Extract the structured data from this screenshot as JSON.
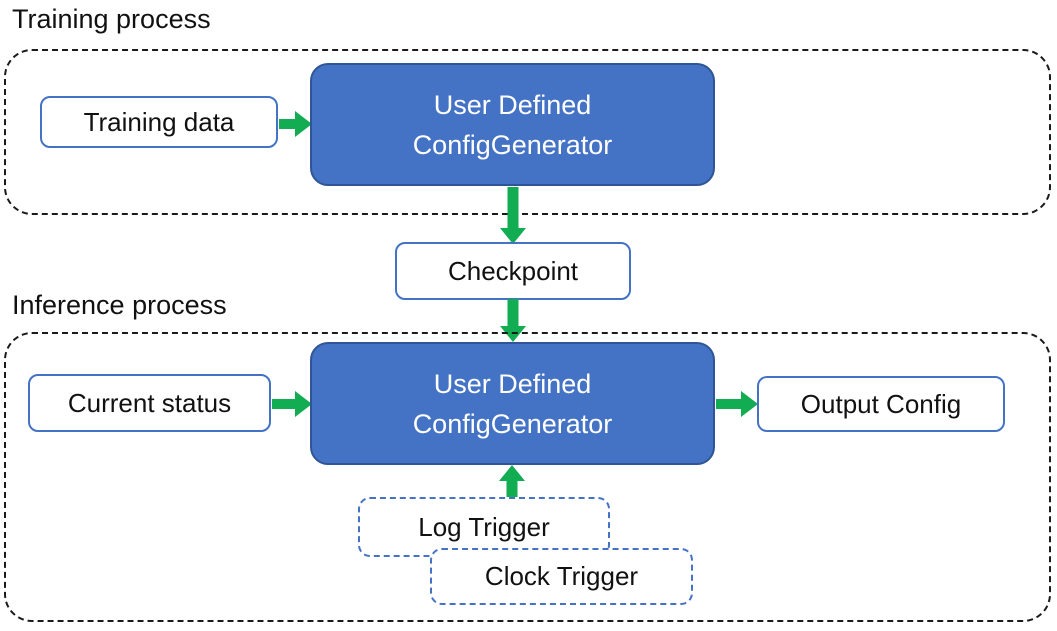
{
  "diagram": {
    "training": {
      "title": "Training process",
      "input_label": "Training data",
      "generator_line1": "User Defined",
      "generator_line2": "ConfigGenerator"
    },
    "checkpoint_label": "Checkpoint",
    "inference": {
      "title": "Inference process",
      "input_label": "Current status",
      "generator_line1": "User Defined",
      "generator_line2": "ConfigGenerator",
      "output_label": "Output Config",
      "log_trigger_label": "Log Trigger",
      "clock_trigger_label": "Clock Trigger"
    },
    "colors": {
      "box_fill_blue": "#4472c4",
      "box_border_dark_blue": "#2f5597",
      "outline_blue": "#4472c4",
      "arrow_green": "#12ac52",
      "container_dash_black": "#1a1a1a",
      "text_dark": "#111111",
      "text_white": "#ffffff"
    }
  }
}
